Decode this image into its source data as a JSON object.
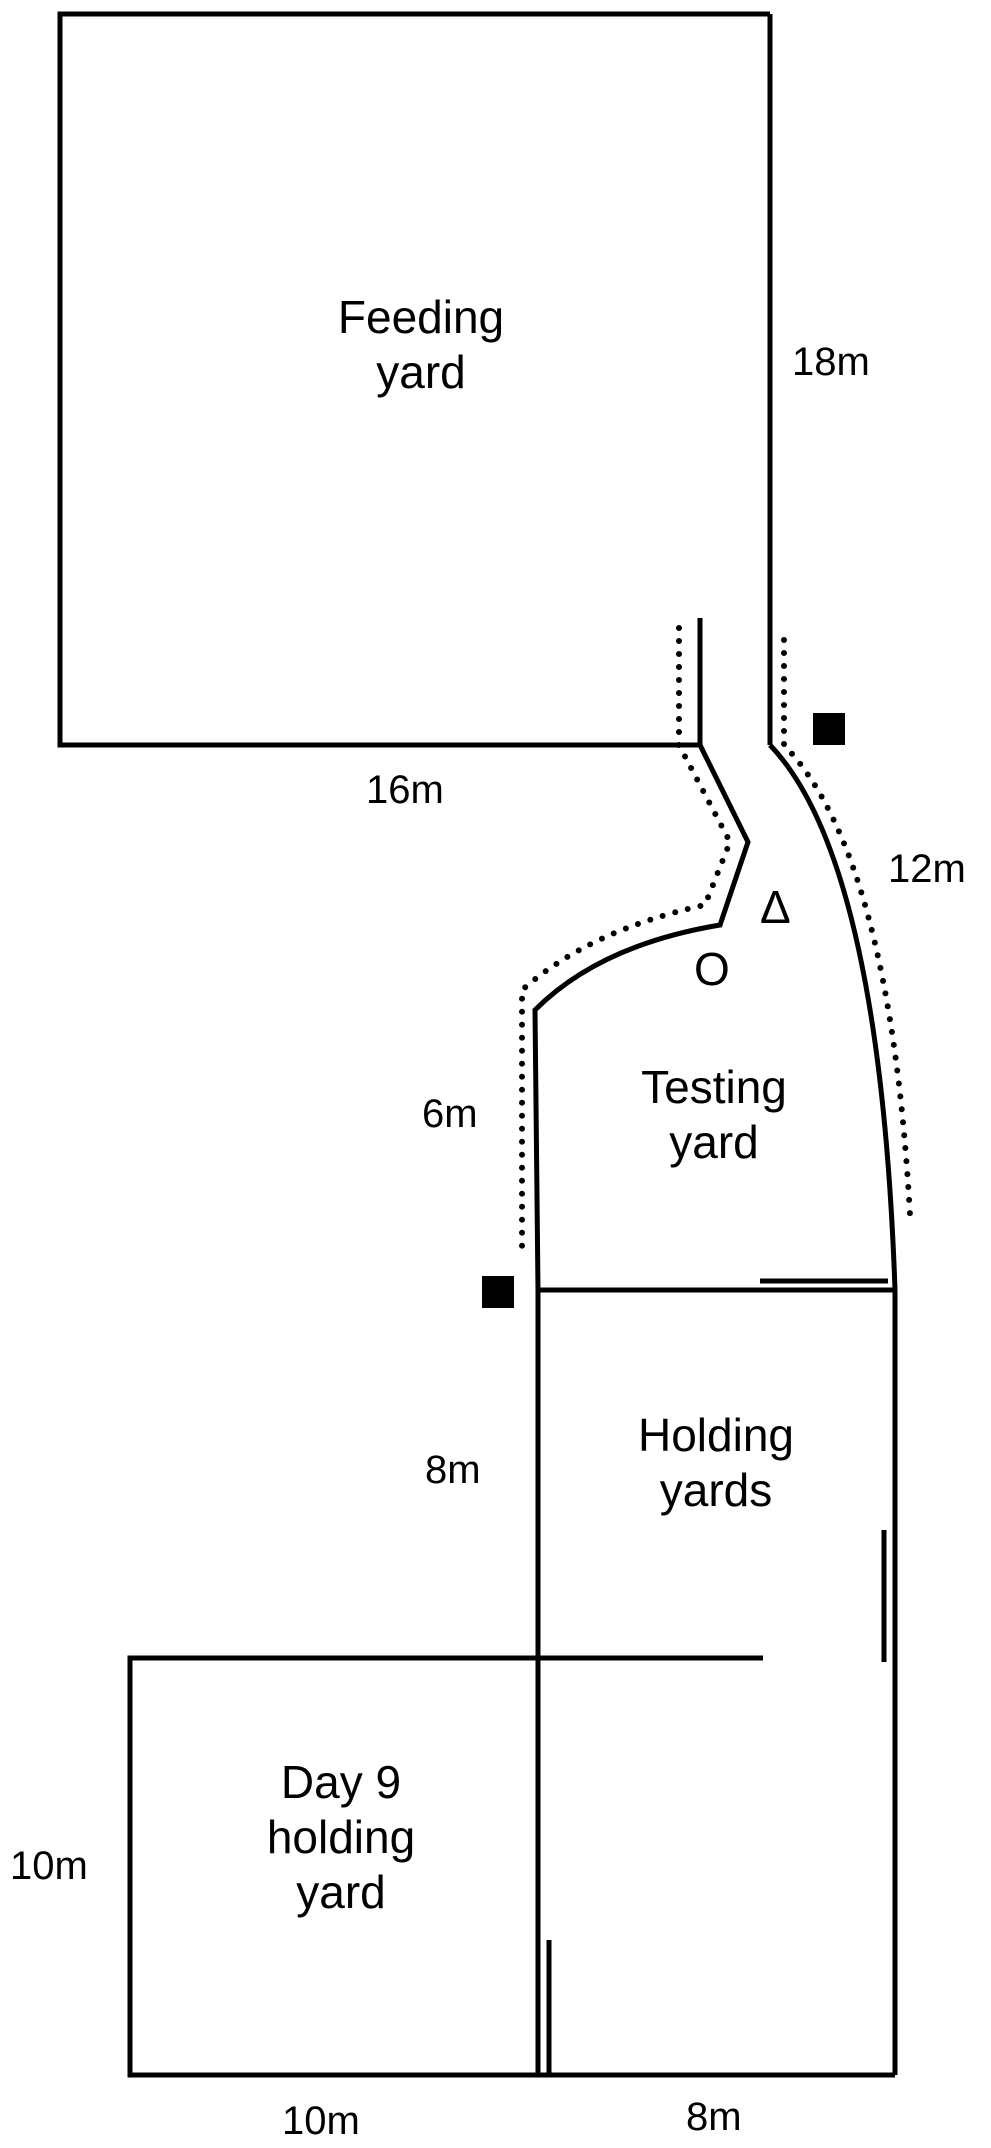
{
  "areas": {
    "feeding": [
      "Feeding",
      "yard"
    ],
    "testing": [
      "Testing",
      "yard"
    ],
    "holding": [
      "Holding",
      "yards"
    ],
    "day9": [
      "Day 9",
      "holding",
      "yard"
    ]
  },
  "dims": {
    "feeding_right": "18m",
    "feeding_bottom": "16m",
    "race_right": "12m",
    "testing_left": "6m",
    "holding_left": "8m",
    "day9_left": "10m",
    "day9_bottom": "10m",
    "holding_bottom": "8m"
  },
  "markers": {
    "circle": "O",
    "triangle": "Δ"
  },
  "colors": {
    "line": "#000000",
    "background": "#ffffff"
  }
}
